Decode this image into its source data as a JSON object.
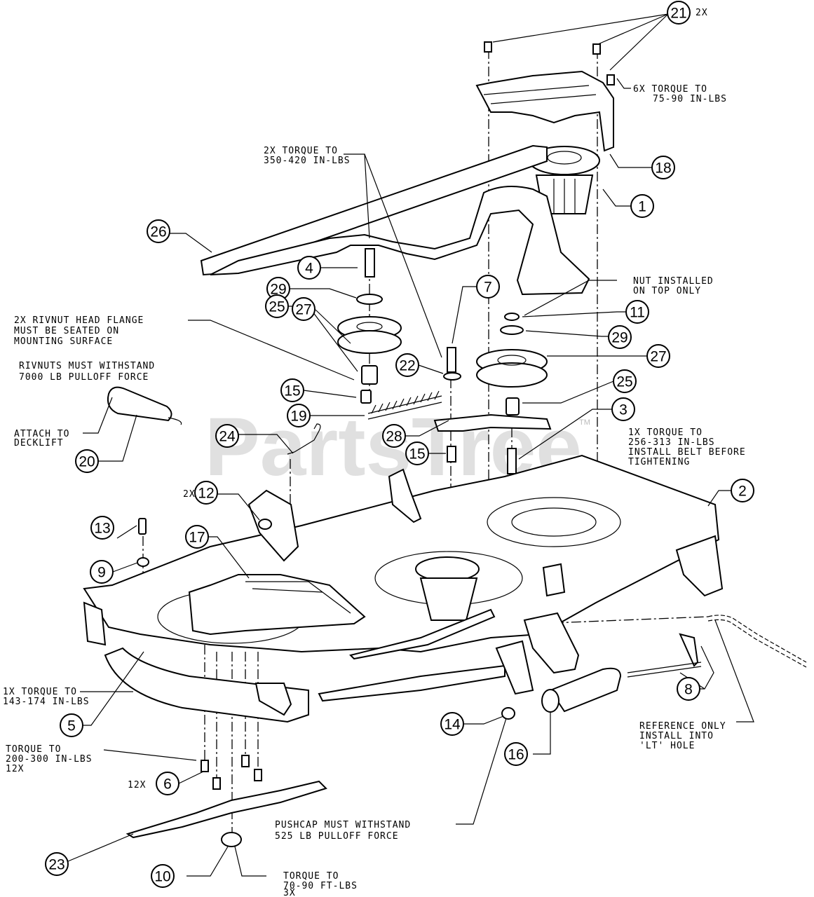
{
  "watermark": "PartsTree",
  "trademark": "TM",
  "callouts": [
    {
      "id": "c1",
      "label": "1"
    },
    {
      "id": "c2",
      "label": "2"
    },
    {
      "id": "c3",
      "label": "3"
    },
    {
      "id": "c4",
      "label": "4"
    },
    {
      "id": "c5",
      "label": "5"
    },
    {
      "id": "c6",
      "label": "6"
    },
    {
      "id": "c7",
      "label": "7"
    },
    {
      "id": "c8",
      "label": "8"
    },
    {
      "id": "c9",
      "label": "9"
    },
    {
      "id": "c10",
      "label": "10"
    },
    {
      "id": "c11",
      "label": "11"
    },
    {
      "id": "c12",
      "label": "12"
    },
    {
      "id": "c13",
      "label": "13"
    },
    {
      "id": "c14",
      "label": "14"
    },
    {
      "id": "c15a",
      "label": "15"
    },
    {
      "id": "c15b",
      "label": "15"
    },
    {
      "id": "c16",
      "label": "16"
    },
    {
      "id": "c17",
      "label": "17"
    },
    {
      "id": "c18",
      "label": "18"
    },
    {
      "id": "c19",
      "label": "19"
    },
    {
      "id": "c20",
      "label": "20"
    },
    {
      "id": "c21",
      "label": "21"
    },
    {
      "id": "c22",
      "label": "22"
    },
    {
      "id": "c23",
      "label": "23"
    },
    {
      "id": "c24",
      "label": "24"
    },
    {
      "id": "c25a",
      "label": "25"
    },
    {
      "id": "c25b",
      "label": "25"
    },
    {
      "id": "c26",
      "label": "26"
    },
    {
      "id": "c27a",
      "label": "27"
    },
    {
      "id": "c27b",
      "label": "27"
    },
    {
      "id": "c28",
      "label": "28"
    },
    {
      "id": "c29a",
      "label": "29"
    },
    {
      "id": "c29b",
      "label": "29"
    }
  ],
  "notes": {
    "qty_21": "2X",
    "qty_12": "2X",
    "qty_6": "12X",
    "torque_21": [
      "6X TORQUE TO",
      "75-90 IN-LBS"
    ],
    "torque_4": [
      "2X TORQUE TO",
      "350-420 IN-LBS"
    ],
    "nut_installed": [
      "NUT INSTALLED",
      "ON TOP ONLY"
    ],
    "rivnut_flange": [
      "2X RIVNUT HEAD FLANGE",
      "MUST BE SEATED ON",
      "MOUNTING SURFACE"
    ],
    "rivnut_pulloff": [
      "RIVNUTS MUST WITHSTAND",
      "7000 LB PULLOFF FORCE"
    ],
    "attach_decklift": [
      "ATTACH TO",
      "DECKLIFT"
    ],
    "torque_3": [
      "1X TORQUE TO",
      "256-313 IN-LBS",
      "INSTALL BELT BEFORE",
      "TIGHTENING"
    ],
    "torque_5": [
      "1X TORQUE TO",
      "143-174 IN-LBS"
    ],
    "torque_6": [
      "TORQUE TO",
      "200-300 IN-LBS",
      "12X"
    ],
    "reference_only": [
      "REFERENCE ONLY",
      "INSTALL INTO",
      "'LT' HOLE"
    ],
    "pushcap": [
      "PUSHCAP MUST WITHSTAND",
      "525 LB PULLOFF FORCE"
    ],
    "torque_10": [
      "TORQUE TO",
      "70-90 FT-LBS",
      "3X"
    ]
  }
}
